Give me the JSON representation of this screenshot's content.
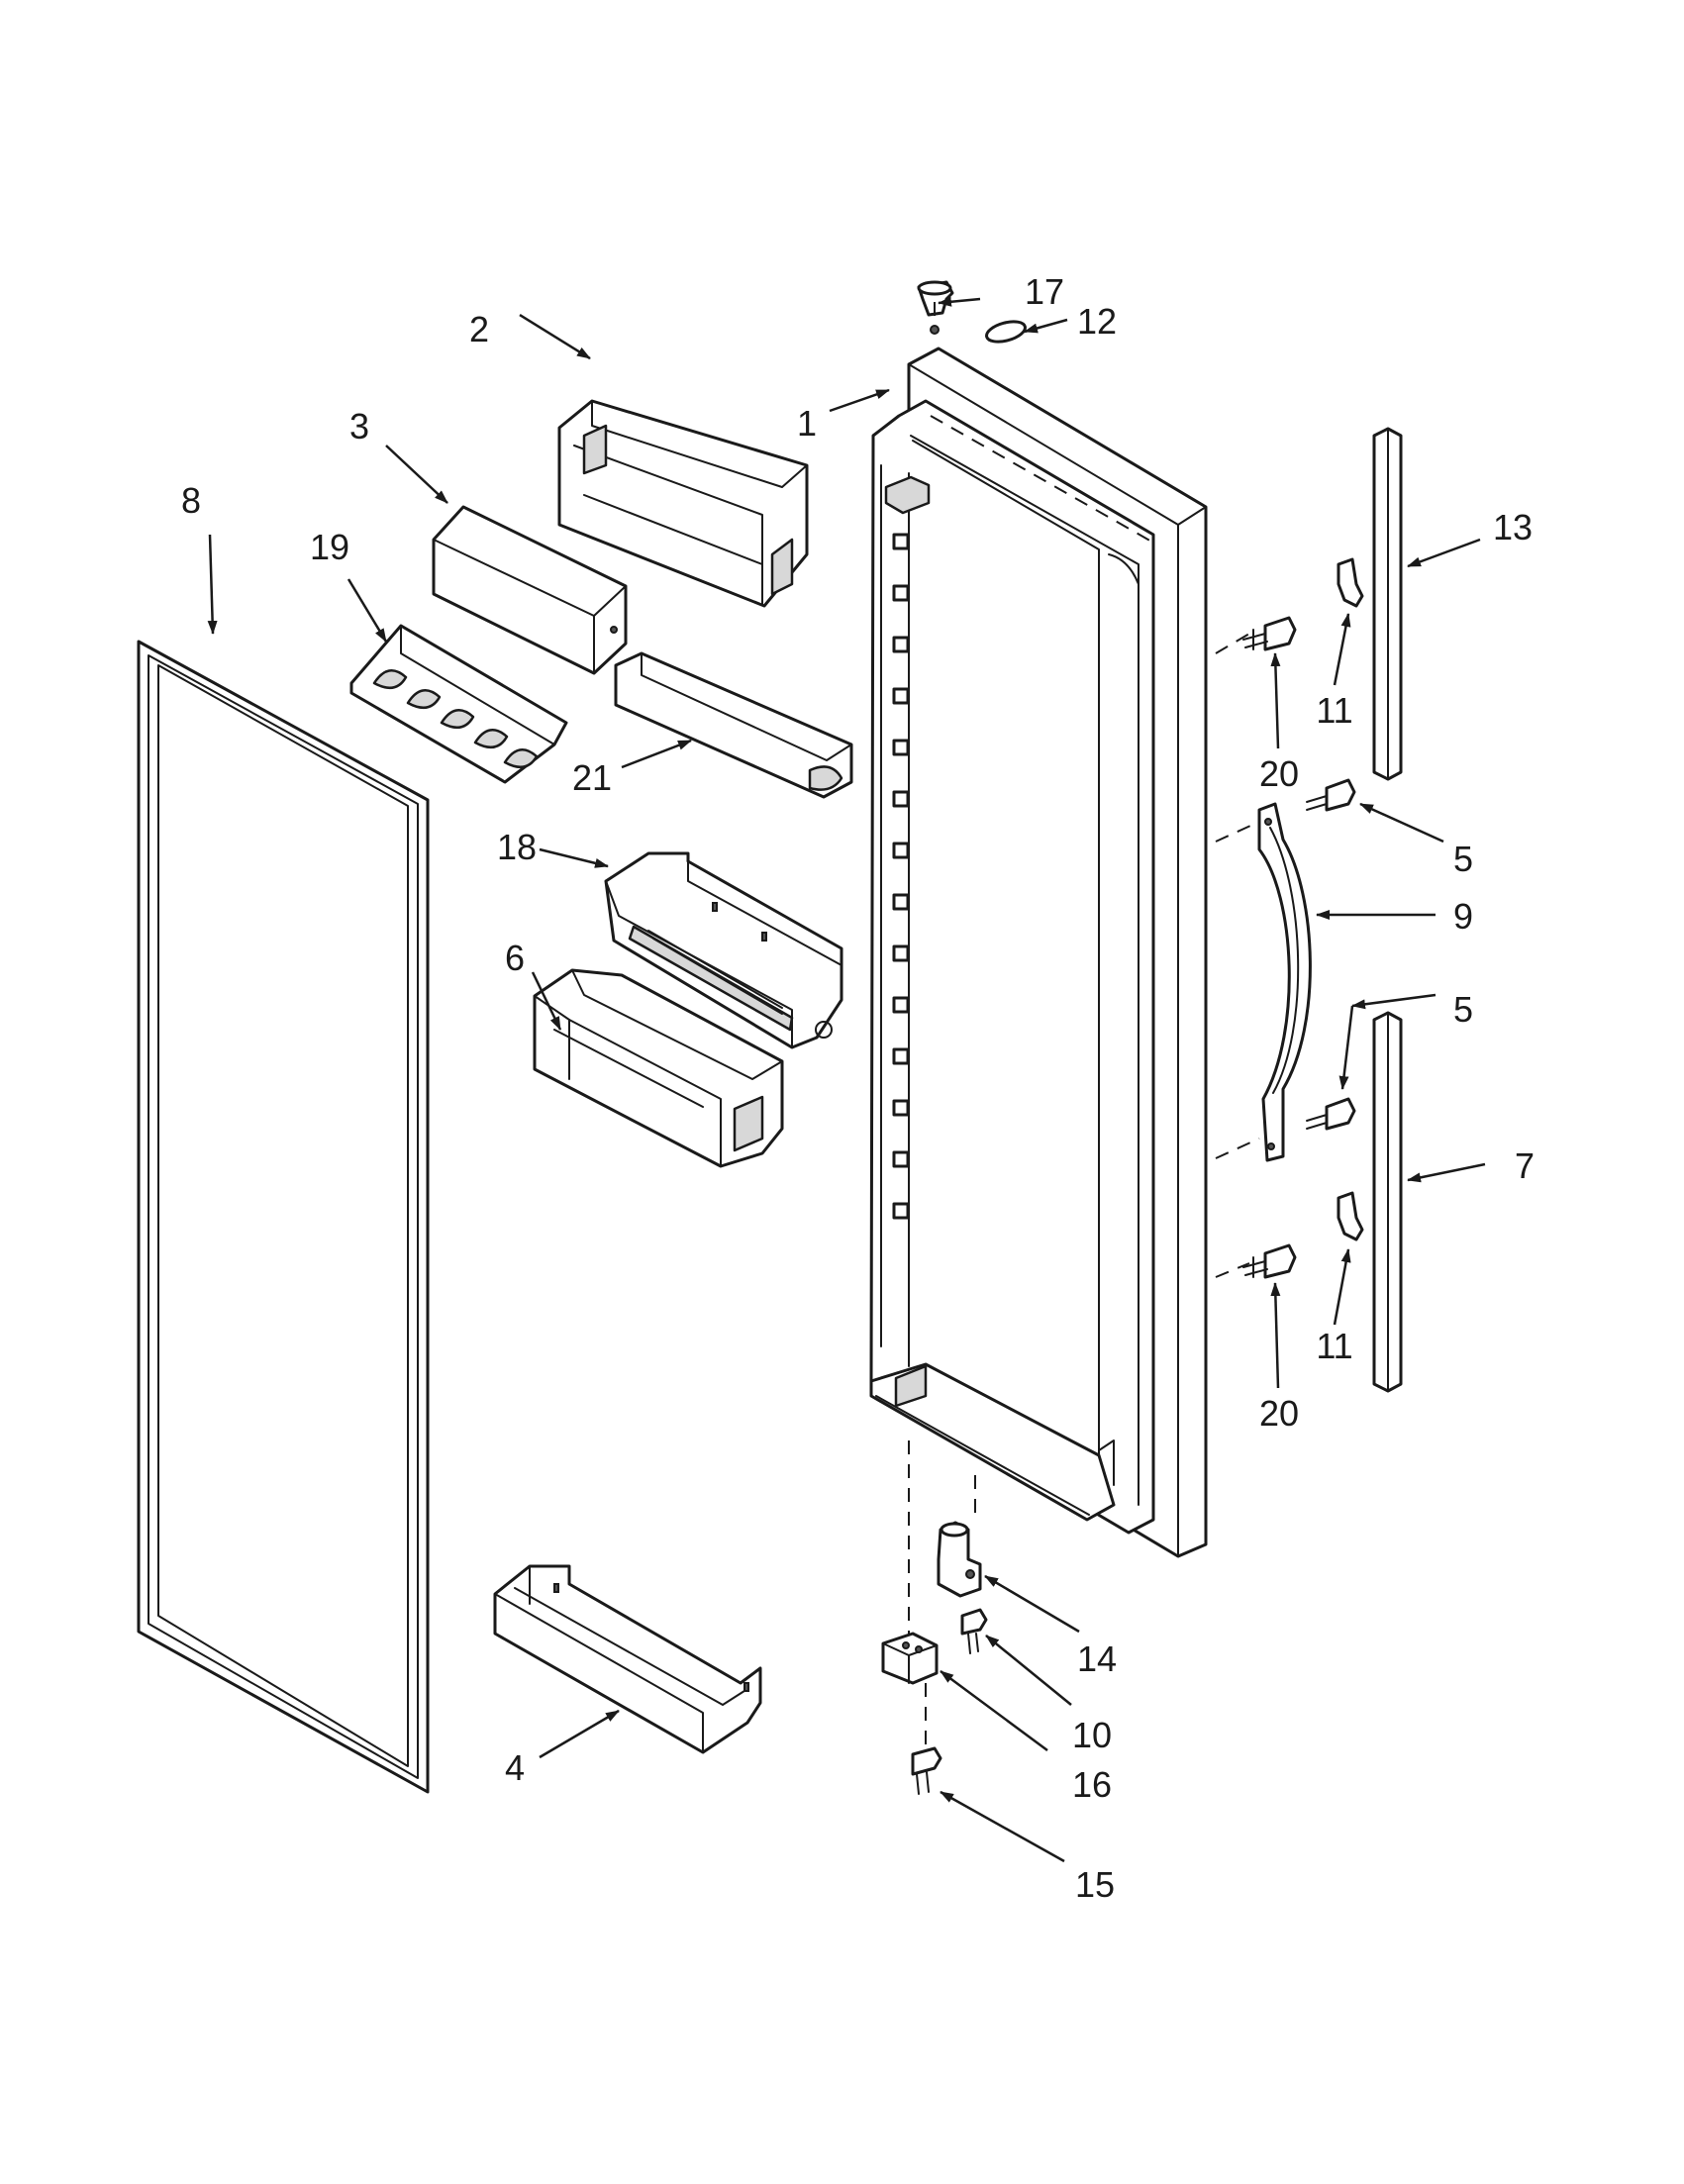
{
  "callouts": [
    "1",
    "2",
    "3",
    "4",
    "5",
    "5",
    "6",
    "7",
    "8",
    "9",
    "10",
    "11",
    "11",
    "12",
    "13",
    "14",
    "15",
    "16",
    "17",
    "18",
    "19",
    "20",
    "20",
    "21"
  ]
}
